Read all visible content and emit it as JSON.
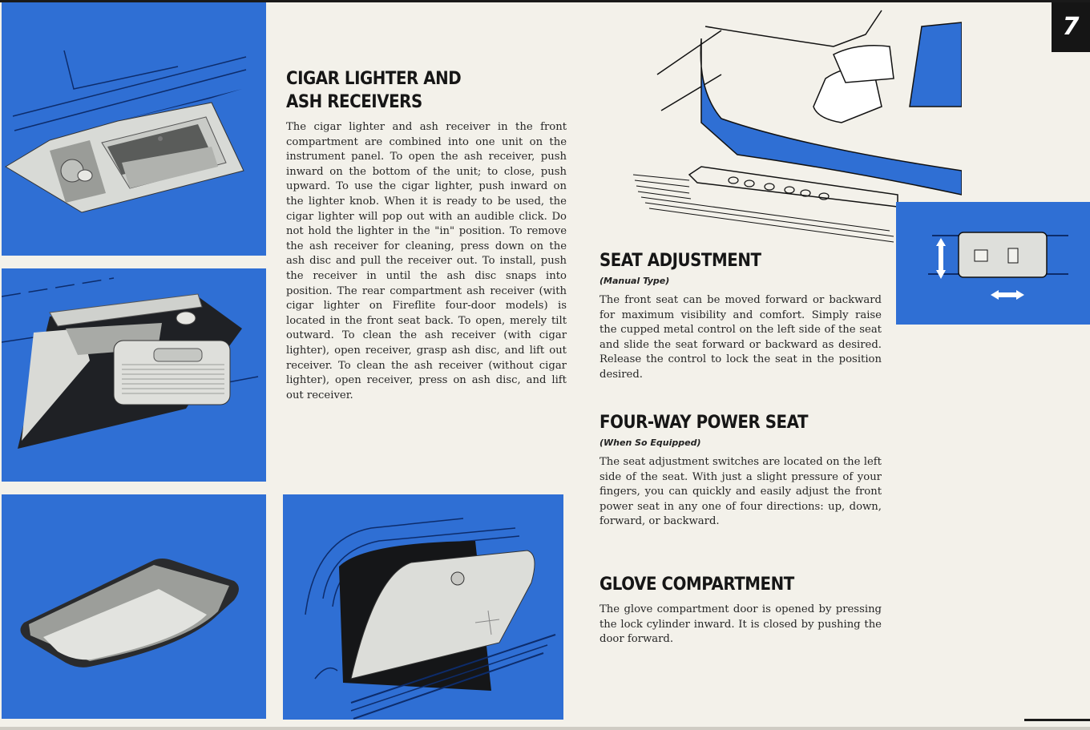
{
  "page": {
    "number": "7",
    "accent_color": "#2f6fd4"
  },
  "sections": {
    "cigar": {
      "title_line1": "CIGAR LIGHTER AND",
      "title_line2": "ASH RECEIVERS",
      "body": "The cigar lighter and ash receiver in the front compartment are combined into one unit on the instrument panel. To open the ash receiver, push inward on the bottom of the unit; to close, push upward. To use the cigar lighter, push inward on the lighter knob. When it is ready to be used, the cigar lighter will pop out with an audible click. Do not hold the lighter in the \"in\" position. To remove the ash receiver for cleaning, press down on the ash disc and pull the receiver out. To install, push the receiver in until the ash disc snaps into position. The rear compartment ash receiver (with cigar lighter on Fireflite four-door models) is located in the front seat back. To open, merely tilt outward. To clean the ash receiver (with cigar lighter), open receiver, grasp ash disc, and lift out receiver. To clean the ash receiver (without cigar lighter), open receiver, press on ash disc, and lift out receiver."
    },
    "seat": {
      "title": "SEAT ADJUSTMENT",
      "subtitle": "(Manual Type)",
      "body": "The front seat can be moved forward or backward for maximum visibility and comfort. Simply raise the cupped metal control on the left side of the seat and slide the seat forward or backward as desired. Release the control to lock the seat in the position desired."
    },
    "power": {
      "title": "FOUR-WAY POWER SEAT",
      "subtitle": "(When So Equipped)",
      "body": "The seat adjustment switches are located on the left side of the seat. With just a slight pressure of your fingers, you can quickly and easily adjust the front power seat in any one of four directions: up, down, forward, or backward."
    },
    "glove": {
      "title": "GLOVE COMPARTMENT",
      "body": "The glove compartment door is opened by pressing the lock cylinder inward. It is closed by pushing the door forward."
    }
  },
  "illustrations": [
    {
      "id": "front-lighter-ash-receiver",
      "icon": "cigar-lighter-unit-icon"
    },
    {
      "id": "rear-ash-receiver",
      "icon": "rear-ash-receiver-icon"
    },
    {
      "id": "ash-tray",
      "icon": "ash-tray-icon"
    },
    {
      "id": "glove-compartment",
      "icon": "glove-compartment-icon"
    },
    {
      "id": "seat-adjust-hand",
      "icon": "seat-adjust-hand-icon"
    },
    {
      "id": "power-seat-switch",
      "icon": "power-seat-switch-icon"
    }
  ]
}
